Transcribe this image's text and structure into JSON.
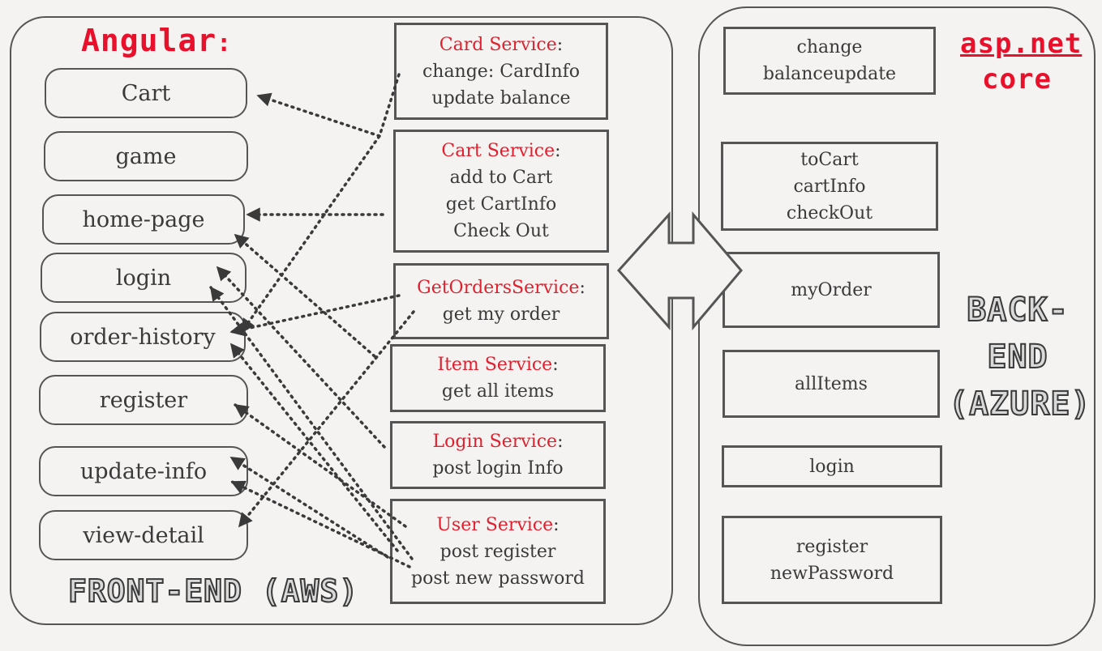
{
  "frontend": {
    "framework_label": "Angular",
    "framework_colon": ":",
    "footer_label": "FRONT-END (AWS)",
    "components": [
      "Cart",
      "game",
      "home-page",
      "login",
      "order-history",
      "register",
      "update-info",
      "view-detail"
    ]
  },
  "services": [
    {
      "title": "Card Service",
      "colon": ":",
      "lines": [
        "change: CardInfo",
        "update balance"
      ]
    },
    {
      "title": "Cart Service",
      "colon": ":",
      "lines": [
        "add to Cart",
        "get CartInfo",
        "Check Out"
      ]
    },
    {
      "title": "GetOrdersService",
      "colon": ":",
      "lines": [
        "get my order"
      ]
    },
    {
      "title": "Item Service",
      "colon": ":",
      "lines": [
        "get all items"
      ]
    },
    {
      "title": "Login Service",
      "colon": ":",
      "lines": [
        "post login Info"
      ]
    },
    {
      "title": "User Service",
      "colon": ":",
      "lines": [
        "post register",
        "post new password"
      ]
    }
  ],
  "backend": {
    "framework_line1": "asp.net",
    "framework_line2": "core",
    "side_label_line1": "BACK-",
    "side_label_line2": "END",
    "side_label_line3": "(AZURE)",
    "apis": [
      [
        "change",
        "balanceupdate"
      ],
      [
        "toCart",
        "cartInfo",
        "checkOut"
      ],
      [
        "myOrder"
      ],
      [
        "allItems"
      ],
      [
        "login"
      ],
      [
        "register",
        "newPassword"
      ]
    ]
  },
  "colors": {
    "accent_red": "#e8102a",
    "service_title_red": "#e0202e",
    "line": "#555555"
  }
}
